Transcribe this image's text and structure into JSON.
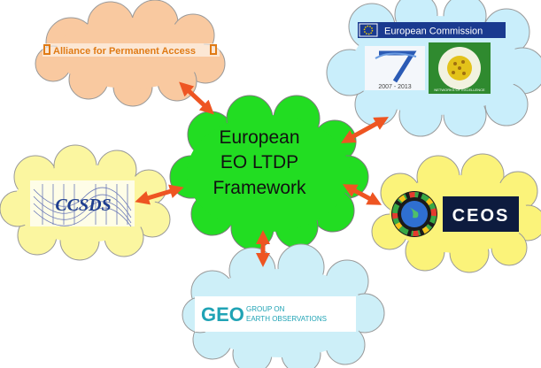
{
  "center": {
    "line1": "European",
    "line2": "EO LTDP",
    "line3": "Framework"
  },
  "apa": {
    "alliance_word": "Alliance for ",
    "permanent_word": "Permanent ",
    "access_word": "Access",
    "logo_color": "#e07b16"
  },
  "ec": {
    "banner_text": "European Commission",
    "fp7_years": "2007 - 2013",
    "seal_text": "NETWORKS OF EXCELLENCE",
    "banner_color": "#1a3a8f"
  },
  "ccsds": {
    "logo_text": "CCSDS",
    "logo_color": "#1f3f8f"
  },
  "ceos": {
    "logo_text": "CEOS",
    "logo_bg": "#0d1b3e"
  },
  "geo": {
    "logo_text": "GEO",
    "tagline_line1": "GROUP ON",
    "tagline_line2": "EARTH OBSERVATIONS",
    "logo_color": "#20a3b5"
  },
  "colors": {
    "center_cloud": "#22dd22",
    "apa_cloud": "#f9c9a0",
    "ec_cloud": "#c9eefb",
    "ccsds_cloud": "#fbf6a0",
    "ceos_cloud": "#fbf37a",
    "geo_cloud": "#cdeff8",
    "arrow": "#ee5522"
  }
}
